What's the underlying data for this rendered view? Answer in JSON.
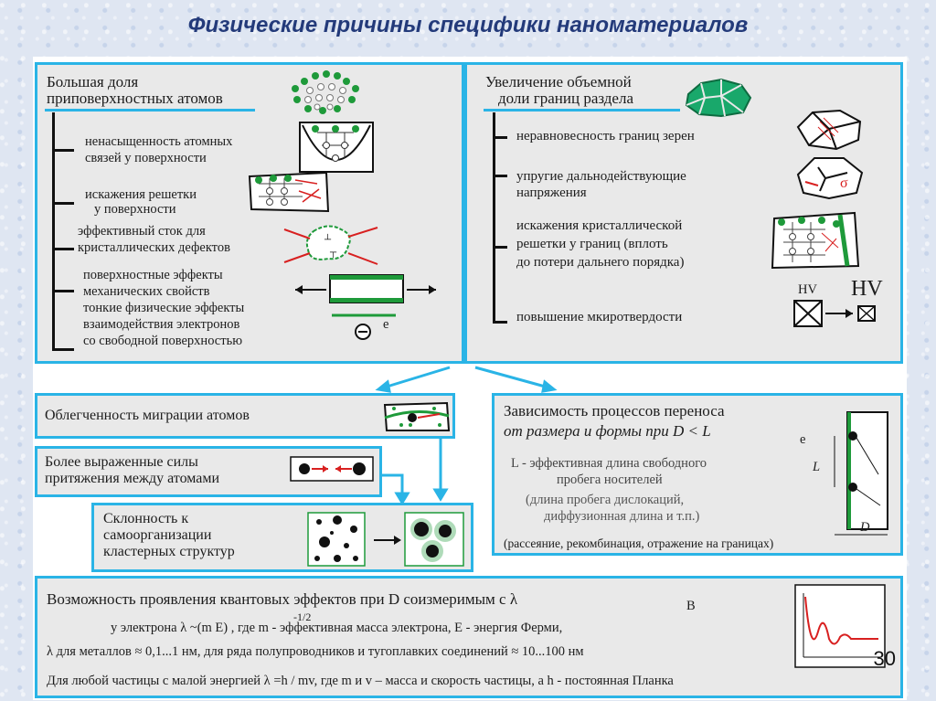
{
  "title": "Физические причины специфики наноматериалов",
  "left_panel": {
    "heading": [
      "Большая доля",
      "приповерхностных атомов"
    ],
    "items": [
      [
        "ненасыщенность атомных",
        "связей  у поверхности"
      ],
      [
        "искажения решетки",
        "у поверхности"
      ],
      [
        "эффективный сток для",
        "кристаллических дефектов"
      ],
      [
        "поверхностные эффекты",
        "механических свойств",
        "тонкие физические эффекты",
        "взаимодействия  электронов",
        "со свободной поверхностью"
      ]
    ],
    "electron_label": "e"
  },
  "right_panel": {
    "heading": [
      "Увеличение объемной",
      "доли границ раздела"
    ],
    "items": [
      [
        "неравновесность границ зерен"
      ],
      [
        "упругие  дальнодействующие",
        "напряжения"
      ],
      [
        "искажения кристаллической",
        "решетки у границ  (вплоть",
        "до потери дальнего порядка)"
      ],
      [
        "повышение мкиротвердости"
      ]
    ],
    "sigma": "σ",
    "hv_small": "HV",
    "hv_large": "HV"
  },
  "migration": "Облегченность миграции атомов",
  "forces": [
    "Более выраженные силы",
    "притяжения между атомами"
  ],
  "self_org": [
    "Склонность к",
    "самоорганизации",
    "кластерных структур"
  ],
  "transport": {
    "lines": [
      "Зависимость процессов переноса",
      "от размера и формы   при  D < L"
    ],
    "sub_e": "e",
    "def": [
      "L  - эффективная длина свободного",
      "пробега  носителей",
      "(длина пробега дислокаций,",
      "диффузионная длина и т.п.)"
    ],
    "note": "(рассеяние, рекомбинация, отражение на границах)",
    "label_L": "L",
    "label_D": "D"
  },
  "quantum": {
    "line1": "Возможность проявления квантовых эффектов    при  D  соизмеримым с  λ",
    "line1_sub": "B",
    "line2": "у электрона    λ  ~(m E)     , где  m  - эффективная масса электрона,   E  - энергия Ферми,",
    "line2_sup": "-1/2",
    "line3": "λ    для металлов    ≈ 0,1...1 нм,    для ряда полупроводников и тугоплавких соединений   ≈ 10...100 нм",
    "line4": "Для любой частицы с малой энергией  λ  =h / mv, где  m  и  v  – масса и скорость частицы, а  h  - постоянная Планка"
  },
  "page_number": "30",
  "colors": {
    "frame": "#2ab4e6",
    "title": "#233a7a",
    "green": "#1e9a3a",
    "red": "#d82020"
  }
}
